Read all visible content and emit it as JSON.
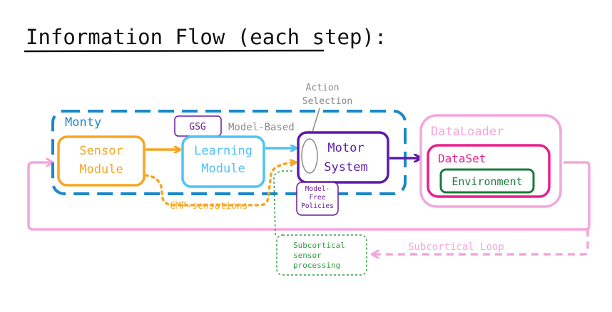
{
  "title": "Information Flow (each step):",
  "monty": {
    "label": "Monty",
    "color": "#1a88c9"
  },
  "sensor_module": {
    "line1": "Sensor",
    "line2": "Module",
    "color": "#f5a623"
  },
  "learning_module": {
    "line1": "Learning",
    "line2": "Module",
    "color": "#4fc3f7"
  },
  "gsg": {
    "label": "GSG",
    "color": "#6a1b9a"
  },
  "model_based": {
    "label": "Model-Based",
    "color": "#8a8a8a"
  },
  "action_selection": {
    "line1": "Action",
    "line2": "Selection",
    "color": "#8a8a8a"
  },
  "motor_system": {
    "line1": "Motor",
    "line2": "System",
    "color": "#5b1aa8"
  },
  "model_free": {
    "line1": "Model-",
    "line2": "Free",
    "line3": "Policies",
    "color": "#6a1b9a"
  },
  "cmp_sensations": {
    "label": "CMP-sensations",
    "color": "#f5a623"
  },
  "dataloader": {
    "label": "DataLoader",
    "color": "#f4a6dd"
  },
  "dataset": {
    "label": "DataSet",
    "color": "#e91e8c"
  },
  "environment": {
    "label": "Environment",
    "color": "#1b7a3a"
  },
  "subcortical_loop": {
    "label": "Subcortical Loop",
    "color": "#f4a6dd"
  },
  "subcortical_processing": {
    "line1": "Subcortical",
    "line2": "sensor",
    "line3": "processing",
    "color": "#2e9e3f"
  }
}
